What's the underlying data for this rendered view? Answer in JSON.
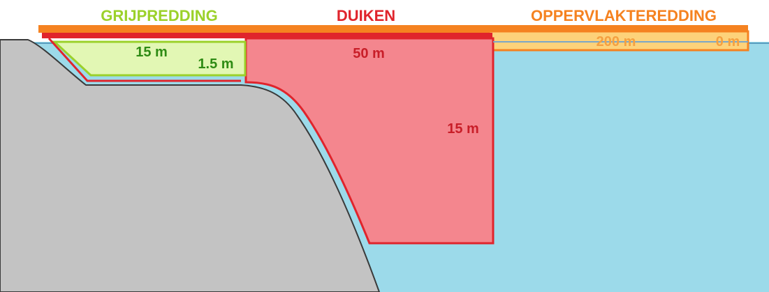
{
  "zones": {
    "reach": {
      "title": "GRIJPREDDING",
      "distance_label": "15 m",
      "depth_label": "1.5 m"
    },
    "diving": {
      "title": "DUIKEN",
      "distance_label": "50 m",
      "depth_label": "15 m"
    },
    "surface": {
      "title": "OPPERVLAKTEREDDING",
      "far_label": "200 m",
      "near_label": "0 m"
    }
  },
  "colors": {
    "reach_green": "#9bd12a",
    "reach_fill": "#e2f7b4",
    "reach_text": "#2e8b14",
    "diving_red": "#e0242c",
    "diving_fill": "#f4868e",
    "diving_text": "#c81e28",
    "surface_orange": "#f58220",
    "surface_fill": "#fdd27a",
    "water": "#9cdaea",
    "land": "#c3c3c3"
  }
}
